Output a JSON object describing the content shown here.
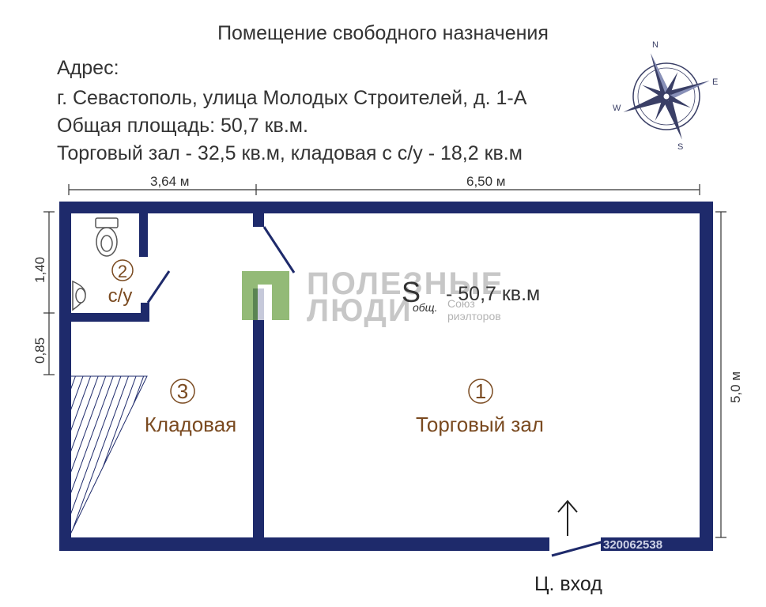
{
  "header": {
    "title": "Помещение свободного назначения",
    "address_label": "Адрес:",
    "address": "г. Севастополь, улица Молодых Строителей, д. 1-А",
    "total_area": "Общая площадь: 50,7 кв.м.",
    "breakdown": "Торговый зал - 32,5  кв.м, кладовая с с/у - 18,2 кв.м"
  },
  "dimensions": {
    "top_left": "3,64 м",
    "top_right": "6,50 м",
    "left_upper": "1,40",
    "left_lower": "0,85",
    "right": "5,0 м"
  },
  "area_label": {
    "symbol": "S",
    "subscript": "общ.",
    "value": "- 50,7 кв.м"
  },
  "rooms": [
    {
      "number": "1",
      "label": "Торговый зал"
    },
    {
      "number": "2",
      "label": "с/у"
    },
    {
      "number": "3",
      "label": "Кладовая"
    }
  ],
  "entrance": "Ц. вход",
  "watermark": {
    "line1": "ПОЛЕЗНЫЕ",
    "line2": "ЛЮДИ",
    "sub1": "Союз",
    "sub2": "риэлторов"
  },
  "listing_id": "320062538",
  "compass": {
    "n": "N",
    "e": "E",
    "s": "S",
    "w": "W"
  },
  "colors": {
    "wall": "#1e2a6b",
    "accent": "#7a4a20",
    "logo_green": "#6fa34a"
  }
}
